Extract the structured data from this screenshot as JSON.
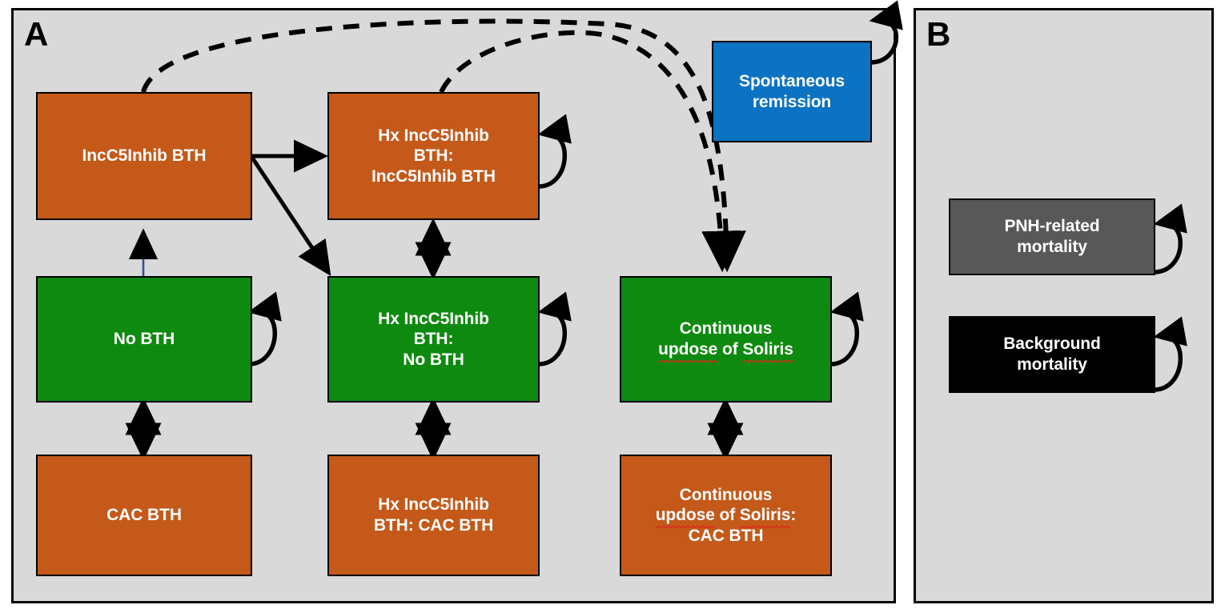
{
  "figure": {
    "type": "state-transition-diagram",
    "panels": [
      {
        "id": "A",
        "letter": "A",
        "name": "health-states-panel",
        "background": "#d9d9d9"
      },
      {
        "id": "B",
        "letter": "B",
        "name": "mortality-states-panel",
        "background": "#d9d9d9"
      }
    ]
  },
  "colors": {
    "orange": "#c4591a",
    "green": "#0f8a10",
    "blue": "#0c72c2",
    "gray": "#585858",
    "black": "#000000",
    "panel_background": "#d9d9d9",
    "arrow": "#000000",
    "blue_arrow_line": "#2e5496",
    "spellcheck_underline": "#e2231a"
  },
  "panel_a": {
    "letter": "A",
    "nodes": [
      {
        "key": "incc5inhib_bth",
        "label": "IncC5Inhib BTH",
        "color": "orange",
        "self_loop": false
      },
      {
        "key": "hx_incc5inhib_bth_incc5inhib_bth",
        "label": "Hx IncC5Inhib\nBTH:\nIncC5Inhib BTH",
        "color": "orange",
        "self_loop": true
      },
      {
        "key": "spontaneous_remission",
        "label": "Spontaneous\nremission",
        "color": "blue",
        "self_loop": true
      },
      {
        "key": "no_bth",
        "label": "No BTH",
        "color": "green",
        "self_loop": true
      },
      {
        "key": "hx_incc5inhib_bth_no_bth",
        "label": "Hx IncC5Inhib\nBTH:\nNo BTH",
        "color": "green",
        "self_loop": true
      },
      {
        "key": "continuous_updose_soliris",
        "label_line1": "Continuous",
        "label_line2_a": "updose",
        "label_line2_b": " of ",
        "label_line2_c": "Soliris",
        "color": "green",
        "self_loop": true,
        "misspelled_words": [
          "updose",
          "Soliris"
        ]
      },
      {
        "key": "cac_bth",
        "label": "CAC BTH",
        "color": "orange",
        "self_loop": false
      },
      {
        "key": "hx_incc5inhib_bth_cac_bth",
        "label": "Hx IncC5Inhib\nBTH: CAC BTH",
        "color": "orange",
        "self_loop": false
      },
      {
        "key": "continuous_updose_soliris_cac_bth",
        "label_line1": "Continuous",
        "label_line2_a": "updose",
        "label_line2_b": " of ",
        "label_line2_c": "Soliris",
        "label_line2_d": ":",
        "label_line3": "CAC BTH",
        "color": "orange",
        "self_loop": false,
        "misspelled_words": [
          "updose",
          "Soliris"
        ]
      }
    ],
    "edges": [
      {
        "from": "incc5inhib_bth",
        "to": "hx_incc5inhib_bth_incc5inhib_bth",
        "style": "solid",
        "direction": "one-way"
      },
      {
        "from": "incc5inhib_bth",
        "to": "hx_incc5inhib_bth_no_bth",
        "style": "solid",
        "direction": "one-way"
      },
      {
        "from": "no_bth",
        "to": "incc5inhib_bth",
        "style": "solid-thin-blue",
        "direction": "one-way"
      },
      {
        "from": "no_bth",
        "to": "cac_bth",
        "style": "solid",
        "direction": "two-way"
      },
      {
        "from": "hx_incc5inhib_bth_incc5inhib_bth",
        "to": "hx_incc5inhib_bth_no_bth",
        "style": "solid",
        "direction": "two-way"
      },
      {
        "from": "hx_incc5inhib_bth_no_bth",
        "to": "hx_incc5inhib_bth_cac_bth",
        "style": "solid",
        "direction": "two-way"
      },
      {
        "from": "continuous_updose_soliris",
        "to": "continuous_updose_soliris_cac_bth",
        "style": "solid",
        "direction": "two-way"
      },
      {
        "from": "incc5inhib_bth",
        "to": "continuous_updose_soliris",
        "style": "dashed",
        "direction": "one-way"
      },
      {
        "from": "hx_incc5inhib_bth_incc5inhib_bth",
        "to": "continuous_updose_soliris",
        "style": "dashed",
        "direction": "one-way"
      }
    ]
  },
  "panel_b": {
    "letter": "B",
    "nodes": [
      {
        "key": "pnh_related_mortality",
        "label": "PNH-related\nmortality",
        "color": "gray",
        "self_loop": true
      },
      {
        "key": "background_mortality",
        "label": "Background\nmortality",
        "color": "black",
        "self_loop": true
      }
    ]
  }
}
